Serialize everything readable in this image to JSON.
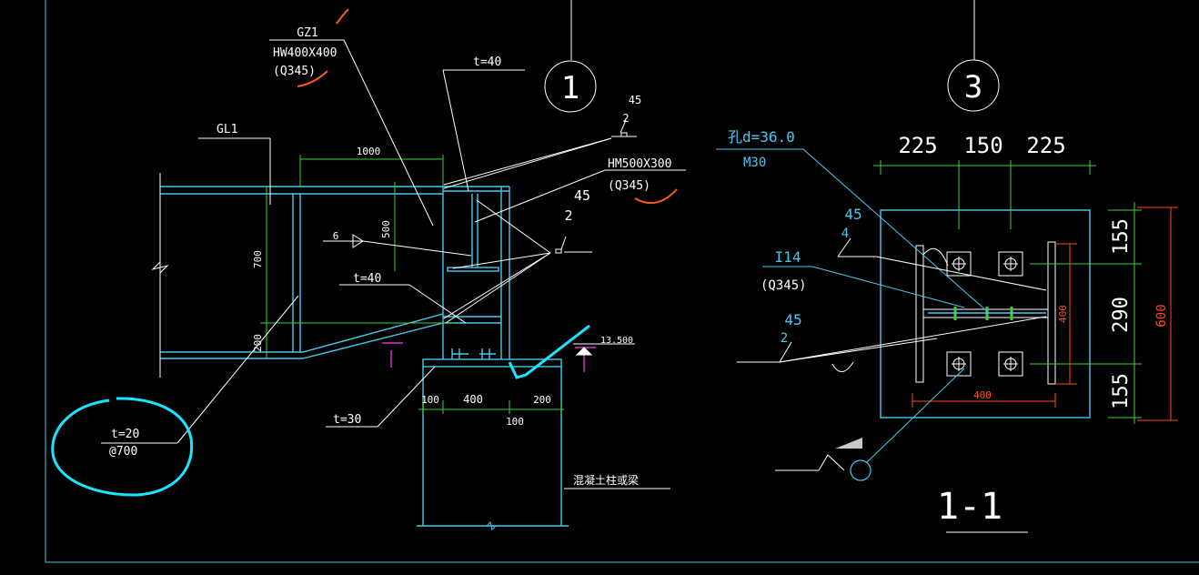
{
  "colors": {
    "background": "#000000",
    "structure": "#46c8f0",
    "dimension": "#3ad23a",
    "leader": "#ffffff",
    "redline": "#ff5a10",
    "highlight": "#18e6ff",
    "section_mark": "#ff3cff"
  },
  "detail_left": {
    "bubble": "1",
    "gz1_label": "GZ1",
    "gz1_section": "HW400X400",
    "gz1_grade": "(Q345)",
    "gl1_label": "GL1",
    "plate_top": "t=40",
    "plate_mid": "t=40",
    "plate_base": "t=30",
    "stiffener_plate": "t=20",
    "stiffener_spacing": "@700",
    "beam_section": "HM500X300",
    "beam_grade": "(Q345)",
    "weld_45_top": "45",
    "weld_2_top": "2",
    "weld_45_mid": "45",
    "weld_2_mid": "2",
    "weld_6": "6",
    "dim_1000": "1000",
    "dim_500": "500",
    "dim_700": "700",
    "dim_200": "200",
    "dim_100_left": "100",
    "dim_400": "400",
    "dim_200_right": "200",
    "dim_100_bottom": "100",
    "elevation": "13.500",
    "concrete_note": "混凝土柱或梁"
  },
  "detail_right": {
    "bubble": "3",
    "hole_label": "孔d=36.0",
    "bolt_label": "M30",
    "weld_45_top": "45",
    "weld_4": "4",
    "channel_label": "I14",
    "channel_grade": "(Q345)",
    "weld_45_low": "45",
    "weld_2_low": "2",
    "dim_225_left": "225",
    "dim_150": "150",
    "dim_225_right": "225",
    "dim_155_top": "155",
    "dim_290": "290",
    "dim_155_bottom": "155",
    "dim_600": "600",
    "dim_400_horizontal": "400",
    "dim_400_vertical": "400",
    "section_label": "1-1"
  }
}
